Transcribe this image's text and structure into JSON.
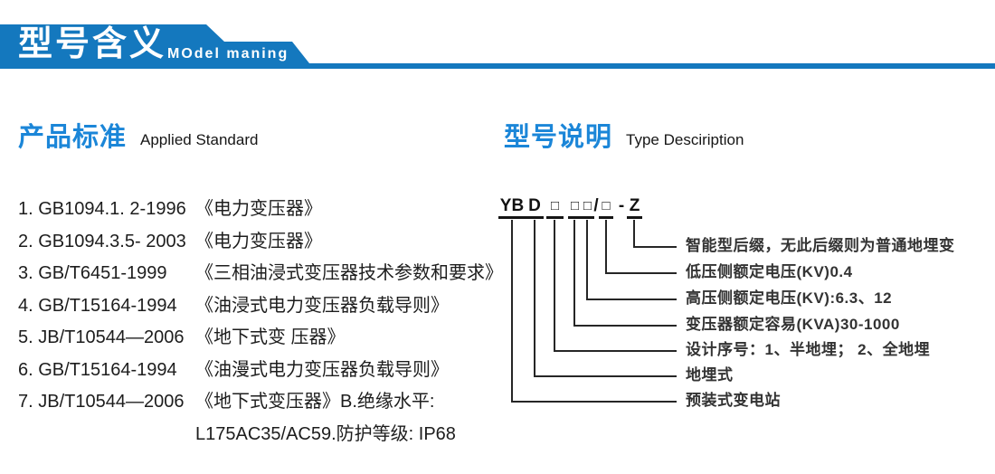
{
  "banner": {
    "title": "型号含义",
    "subtitle": "MOdel maning",
    "color": "#1478be"
  },
  "colors": {
    "banner_blue": "#1478be",
    "heading_blue": "#1b86d8",
    "line_black": "#262626"
  },
  "left": {
    "heading": "产品标准",
    "heading_en": "Applied Standard",
    "items": [
      {
        "code": "1. GB1094.1. 2-1996",
        "title": "《电力变压器》"
      },
      {
        "code": "2. GB1094.3.5- 2003",
        "title": "《电力变压器》"
      },
      {
        "code": "3. GB/T6451-1999",
        "title": "《三相油浸式变压器技术参数和要求》"
      },
      {
        "code": "4. GB/T15164-1994",
        "title": "《油浸式电力变压器负载导则》"
      },
      {
        "code": "5. JB/T10544—2006",
        "title": "《地下式变 压器》"
      },
      {
        "code": "6. GB/T15164-1994",
        "title": "《油漫式电力变压器负载导则》"
      },
      {
        "code": "7. JB/T10544—2006",
        "title": "《地下式变压器》B.绝缘水平:"
      },
      {
        "code": "",
        "title": "L175AC35/AC59.防护等级: IP68"
      }
    ]
  },
  "right": {
    "heading": "型号说明",
    "heading_en": "Type Desciription",
    "model": {
      "segments": [
        {
          "text": "YB"
        },
        {
          "text": "D"
        },
        {
          "text": "□"
        },
        {
          "text": "□"
        },
        {
          "text": "□"
        },
        {
          "text": "/"
        },
        {
          "text": "□"
        },
        {
          "text": "-"
        },
        {
          "text": "Z"
        }
      ],
      "full_code": "YBD□□□/□-Z"
    },
    "labels": [
      "智能型后缀，无此后缀则为普通地埋变",
      "低压侧额定电压(KV)0.4",
      "高压侧额定电压(KV):6.3、12",
      "变压器额定容易(KVA)30-1000",
      "设计序号：1、半地埋； 2、全地埋",
      "地埋式",
      "预装式变电站"
    ]
  }
}
